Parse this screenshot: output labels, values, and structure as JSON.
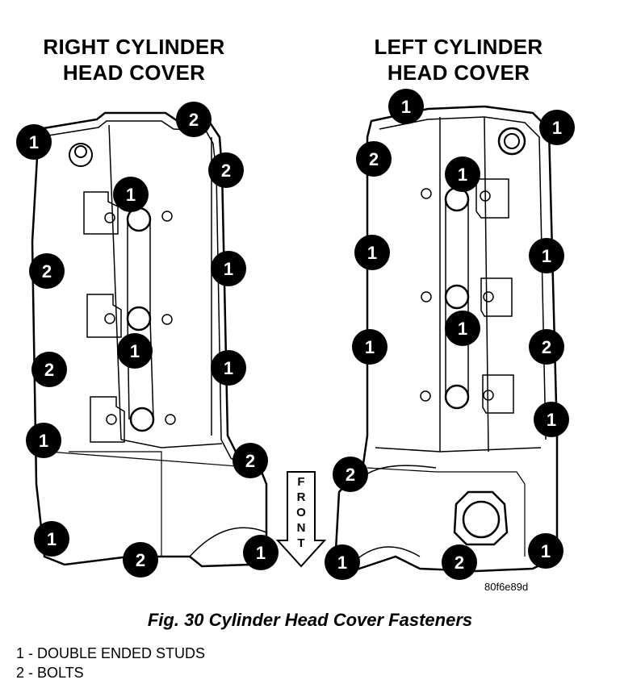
{
  "titles": {
    "right": [
      "RIGHT CYLINDER",
      "HEAD COVER"
    ],
    "left": [
      "LEFT CYLINDER",
      "HEAD COVER"
    ]
  },
  "front_label": [
    "F",
    "R",
    "O",
    "N",
    "T"
  ],
  "image_code": "80f6e89d",
  "caption": "Fig. 30 Cylinder Head Cover Fasteners",
  "legend": [
    {
      "number": "1",
      "text": "1 - DOUBLE ENDED STUDS"
    },
    {
      "number": "2",
      "text": "2 - BOLTS"
    }
  ],
  "callouts_right": [
    "1",
    "2",
    "2",
    "1",
    "2",
    "1",
    "2",
    "1",
    "1",
    "1",
    "2",
    "1",
    "2",
    "1"
  ],
  "callouts_left": [
    "1",
    "1",
    "2",
    "1",
    "1",
    "1",
    "1",
    "1",
    "2",
    "1",
    "2",
    "1",
    "2",
    "1"
  ]
}
